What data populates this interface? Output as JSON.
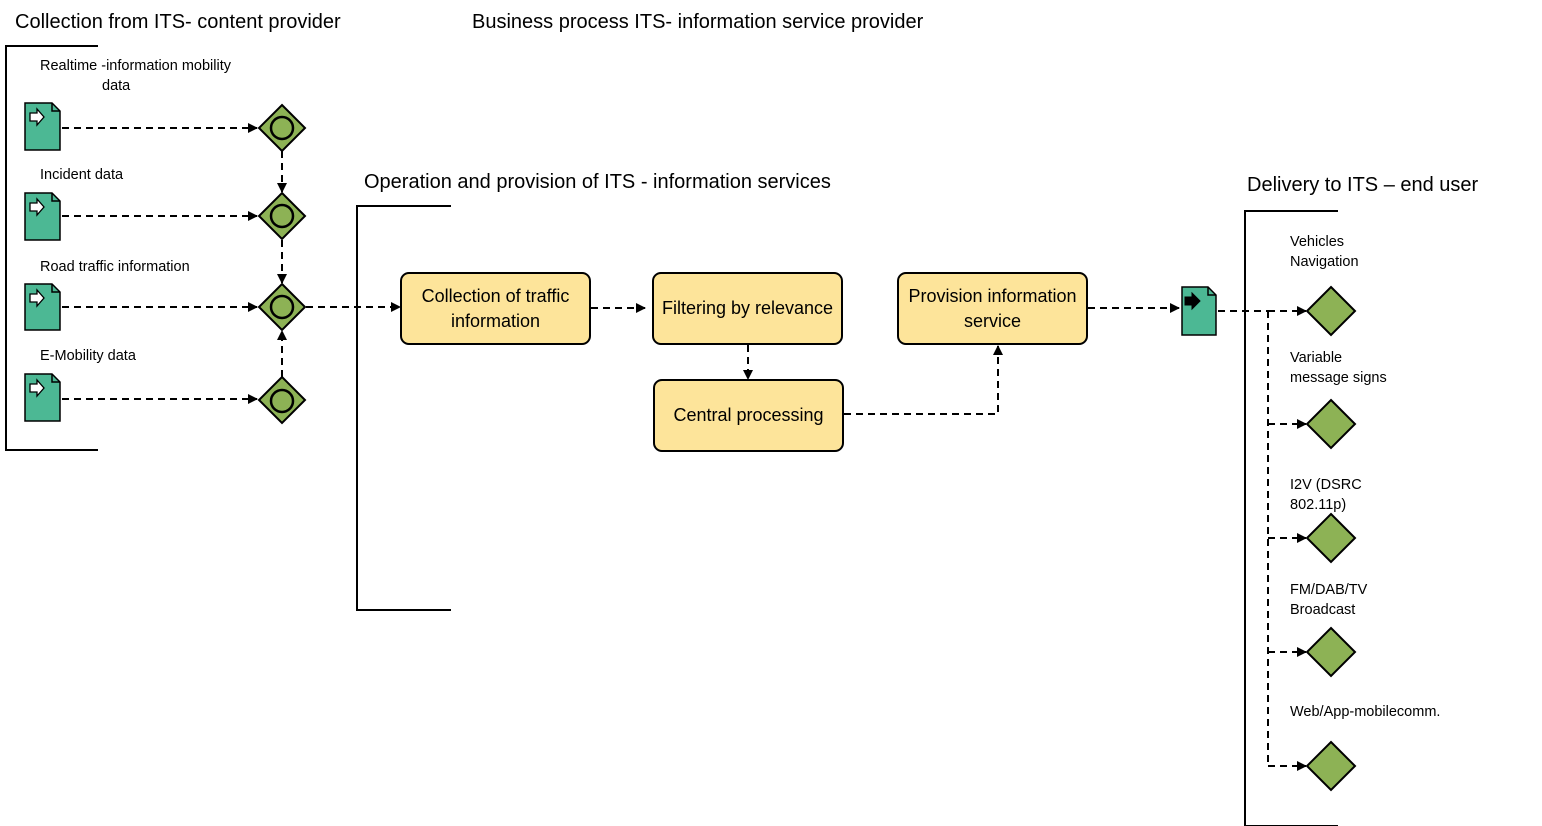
{
  "header": {
    "title": "Business process  ITS- information service provider"
  },
  "pools": {
    "collection": {
      "title": "Collection  from ITS- content provider"
    },
    "operation": {
      "title": "Operation and provision of  ITS - information services"
    },
    "delivery": {
      "title": "Delivery to ITS – end user"
    }
  },
  "inputs": [
    {
      "label_line1": "Realtime -information mobility",
      "label_line2": "data"
    },
    {
      "label_line1": "Incident data"
    },
    {
      "label_line1": "Road traffic information"
    },
    {
      "label_line1": "E-Mobility data"
    }
  ],
  "tasks": {
    "collection_traffic": "Collection of traffic information",
    "filtering": "Filtering by relevance",
    "central": "Central processing",
    "provision": "Provision information service"
  },
  "outputs": [
    {
      "line1": "Vehicles",
      "line2": "Navigation"
    },
    {
      "line1": "Variable",
      "line2": "message signs"
    },
    {
      "line1": "I2V (DSRC",
      "line2": "802.11p)"
    },
    {
      "line1": "FM/DAB/TV",
      "line2": "Broadcast"
    },
    {
      "line1": "Web/App-mobilecomm."
    }
  ],
  "colors": {
    "task_fill": "#fde49a",
    "gateway_fill": "#8db255",
    "data_object_fill": "#4cb894",
    "line": "#000000"
  }
}
